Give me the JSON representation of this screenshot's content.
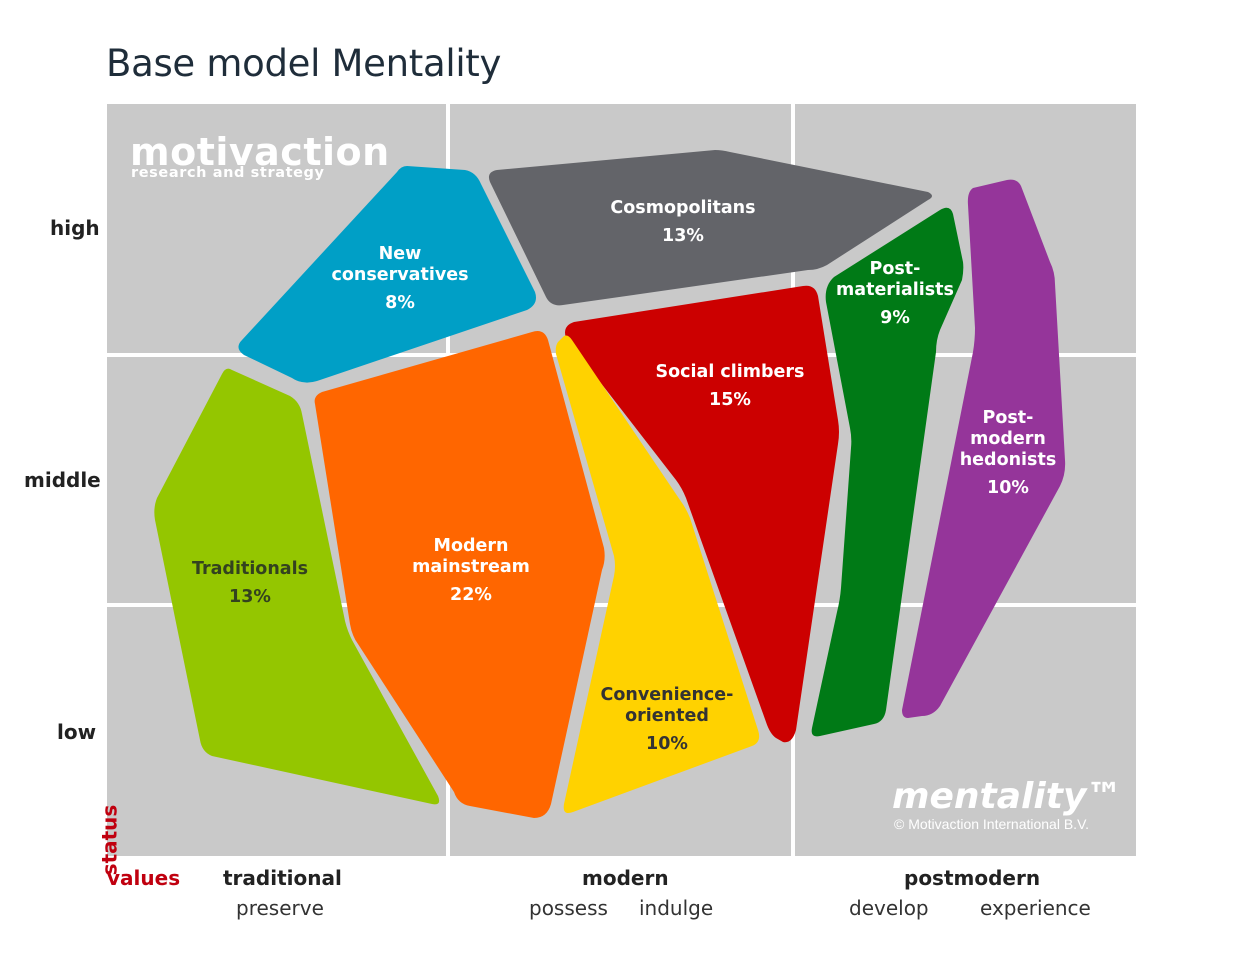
{
  "title": "Base model Mentality",
  "brand": {
    "logo_text": "motivaction",
    "logo_sub": "research and strategy",
    "mark": "mentality™",
    "copyright": "© Motivaction International B.V."
  },
  "y_axis": {
    "name": "status",
    "levels": [
      "high",
      "middle",
      "low"
    ]
  },
  "x_axis": {
    "name": "values",
    "groups": [
      {
        "label": "traditional",
        "subs": [
          "preserve"
        ]
      },
      {
        "label": "modern",
        "subs": [
          "possess",
          "indulge"
        ]
      },
      {
        "label": "postmodern",
        "subs": [
          "develop",
          "experience"
        ]
      }
    ]
  },
  "segments": [
    {
      "name": "New conservatives",
      "lines": [
        "New",
        "conservatives"
      ],
      "percent": "8%",
      "color": "#009fc6",
      "text_color": "#ffffff"
    },
    {
      "name": "Cosmopolitans",
      "lines": [
        "Cosmopolitans"
      ],
      "percent": "13%",
      "color": "#636469",
      "text_color": "#ffffff"
    },
    {
      "name": "Post-materialists",
      "lines": [
        "Post-",
        "materialists"
      ],
      "percent": "9%",
      "color": "#007a16",
      "text_color": "#ffffff"
    },
    {
      "name": "Post-modern hedonists",
      "lines": [
        "Post-",
        "modern",
        "hedonists"
      ],
      "percent": "10%",
      "color": "#95359a",
      "text_color": "#ffffff"
    },
    {
      "name": "Traditionals",
      "lines": [
        "Traditionals"
      ],
      "percent": "13%",
      "color": "#94c600",
      "text_color": "#33421f"
    },
    {
      "name": "Modern mainstream",
      "lines": [
        "Modern",
        "mainstream"
      ],
      "percent": "22%",
      "color": "#ff6600",
      "text_color": "#ffffff"
    },
    {
      "name": "Social climbers",
      "lines": [
        "Social climbers"
      ],
      "percent": "15%",
      "color": "#cc0000",
      "text_color": "#ffffff"
    },
    {
      "name": "Convenience-oriented",
      "lines": [
        "Convenience-",
        "oriented"
      ],
      "percent": "10%",
      "color": "#ffd200",
      "text_color": "#333333"
    }
  ]
}
